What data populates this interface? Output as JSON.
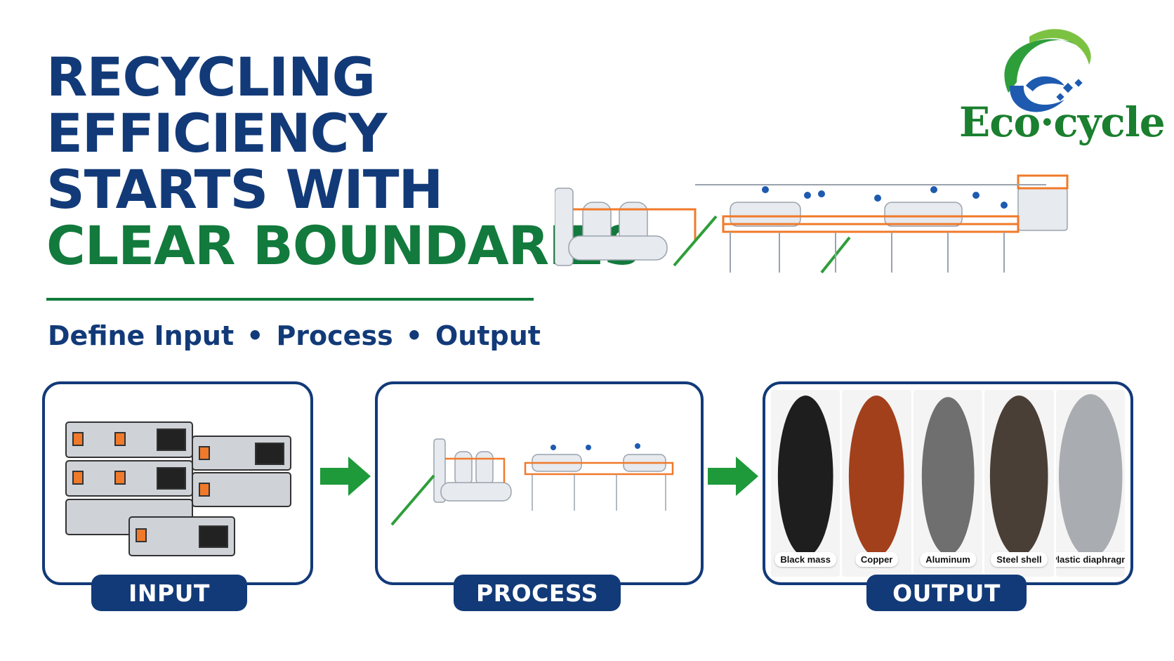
{
  "headline": {
    "line1": "RECYCLING",
    "line2": "EFFICIENCY",
    "line3": "STARTS WITH",
    "line4": "CLEAR BOUNDARIES"
  },
  "subtitle": {
    "part1": "Define Input",
    "separator": "•",
    "part2": "Process",
    "part3": "Output"
  },
  "brand": {
    "name": "Eco·cycle",
    "color_green": "#1a7f2e",
    "color_blue": "#1e5bb0"
  },
  "panels": {
    "input": {
      "label": "INPUT"
    },
    "process": {
      "label": "PROCESS"
    },
    "output": {
      "label": "OUTPUT",
      "materials": [
        {
          "name": "Black mass",
          "color": "#1e1e1e"
        },
        {
          "name": "Copper",
          "color": "#a3401c"
        },
        {
          "name": "Aluminum",
          "color": "#6f6f6f"
        },
        {
          "name": "Steel shell",
          "color": "#4a3f36"
        },
        {
          "name": "Plastic diaphragm",
          "color": "#a9acb0"
        }
      ]
    }
  },
  "colors": {
    "navy": "#123a78",
    "green": "#127a3c",
    "arrow_green": "#1e9a3a",
    "machine_orange": "#f07a2a"
  }
}
